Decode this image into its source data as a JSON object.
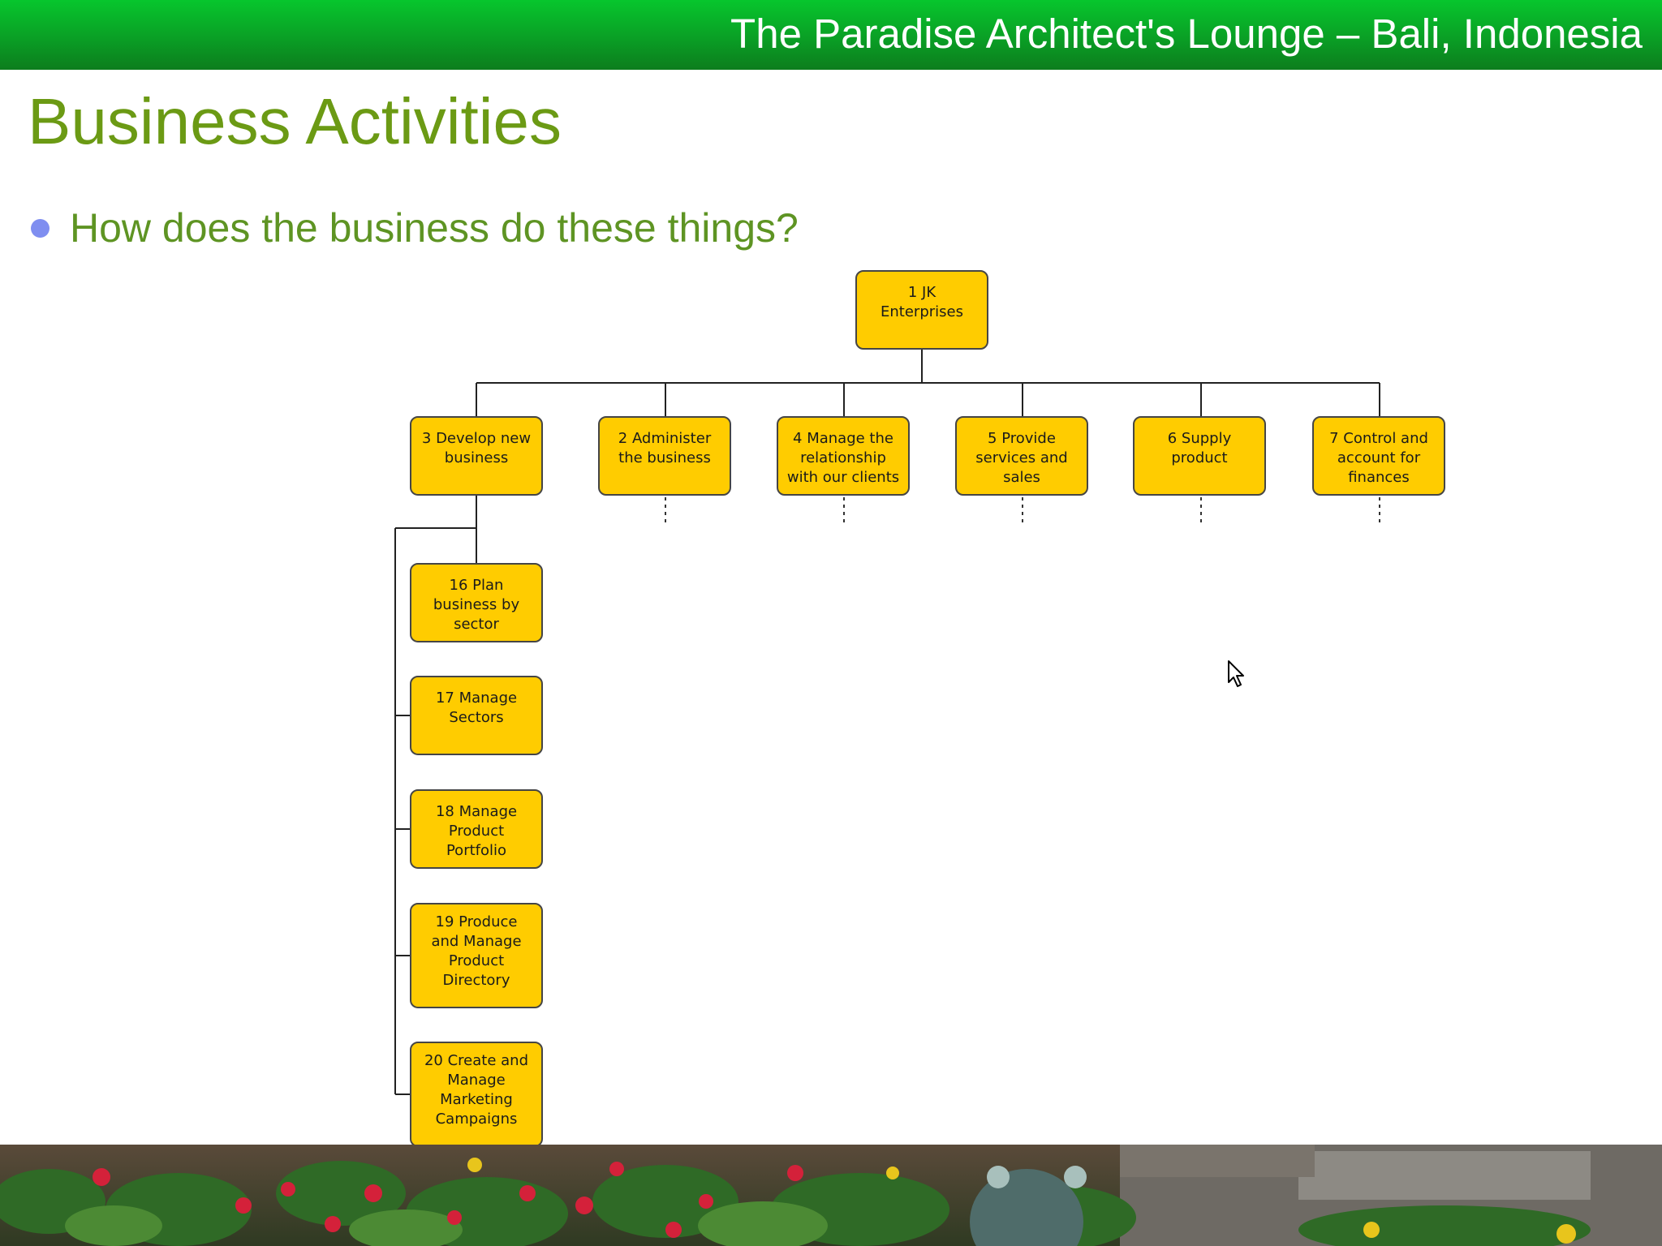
{
  "header": {
    "title": "The Paradise Architect's Lounge – Bali, Indonesia"
  },
  "slide": {
    "title": "Business Activities",
    "bullet": "How does the business do these things?"
  },
  "diagram": {
    "root": {
      "label": "1 JK\nEnterprises"
    },
    "level1": [
      {
        "label": "3 Develop new\nbusiness"
      },
      {
        "label": "2 Administer\nthe business"
      },
      {
        "label": "4 Manage the\nrelationship\nwith our clients"
      },
      {
        "label": "5 Provide\nservices and\nsales"
      },
      {
        "label": "6 Supply\nproduct"
      },
      {
        "label": "7 Control and\naccount for\nfinances"
      }
    ],
    "children_of_3": [
      {
        "label": "16 Plan\nbusiness by\nsector"
      },
      {
        "label": "17 Manage\nSectors"
      },
      {
        "label": "18 Manage\nProduct\nPortfolio"
      },
      {
        "label": "19 Produce\nand Manage\nProduct\nDirectory"
      },
      {
        "label": "20 Create and\nManage\nMarketing\nCampaigns"
      }
    ]
  },
  "colors": {
    "header_green": "#0a9f25",
    "title_green": "#6b9a14",
    "bullet_text_green": "#5e9423",
    "bullet_dot": "#7f8ef0",
    "node_fill": "#ffcc00",
    "node_border": "#454545"
  },
  "icons": {
    "cursor": "mouse-pointer-icon",
    "bullet": "bullet-dot-icon"
  }
}
